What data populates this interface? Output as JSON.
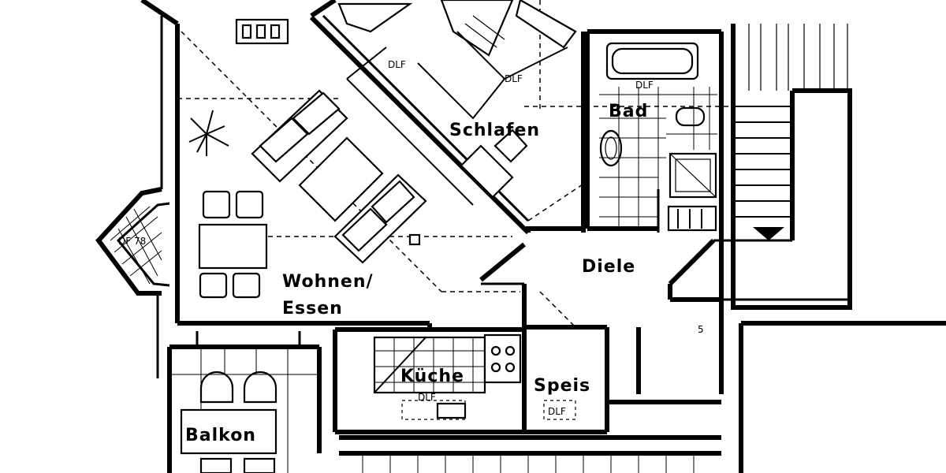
{
  "rooms": {
    "schlafen": "Schlafen",
    "bad": "Bad",
    "diele": "Diele",
    "wohnen_line1": "Wohnen/",
    "wohnen_line2": "Essen",
    "kueche": "Küche",
    "speis": "Speis",
    "balkon": "Balkon"
  },
  "annotations": {
    "dlf_schlafen_1": "DLF",
    "dlf_schlafen_2": "DLF",
    "dlf_bad": "DLF",
    "dlf_kueche": "DLF",
    "dlf_speis": "DLF",
    "window_bay": "DF 78",
    "stair_mark": "5"
  }
}
